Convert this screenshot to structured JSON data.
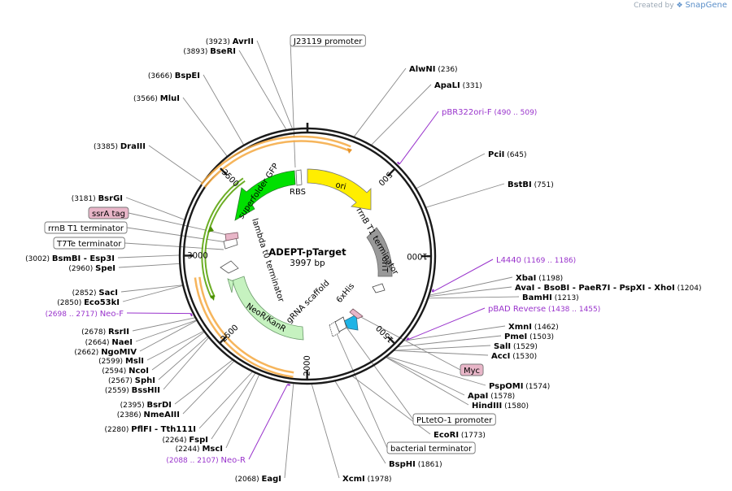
{
  "watermark": {
    "prefix": "Created by",
    "brand": "SnapGene"
  },
  "plasmid": {
    "name": "ADEPT-pTarget",
    "length": "3997 bp"
  },
  "ticks": [
    {
      "label": "500"
    },
    {
      "label": "1000"
    },
    {
      "label": "1500"
    },
    {
      "label": "2000"
    },
    {
      "label": "2500"
    },
    {
      "label": "3000"
    },
    {
      "label": "3500"
    }
  ],
  "sites": [
    {
      "name": "AvrII",
      "pos": "(3923)"
    },
    {
      "name": "BseRI",
      "pos": "(3893)"
    },
    {
      "name": "BspEI",
      "pos": "(3666)"
    },
    {
      "name": "MluI",
      "pos": "(3566)"
    },
    {
      "name": "DraIII",
      "pos": "(3385)"
    },
    {
      "name": "BsrGI",
      "pos": "(3181)"
    },
    {
      "name": "BsmBI",
      "extra": "- Esp3I",
      "pos": "(3002)"
    },
    {
      "name": "SpeI",
      "pos": "(2960)"
    },
    {
      "name": "SacI",
      "pos": "(2852)"
    },
    {
      "name": "Eco53kI",
      "pos": "(2850)"
    },
    {
      "name": "RsrII",
      "pos": "(2678)"
    },
    {
      "name": "NaeI",
      "pos": "(2664)"
    },
    {
      "name": "NgoMIV",
      "pos": "(2662)"
    },
    {
      "name": "MslI",
      "pos": "(2599)"
    },
    {
      "name": "NcoI",
      "pos": "(2594)"
    },
    {
      "name": "SphI",
      "pos": "(2567)"
    },
    {
      "name": "BssHII",
      "pos": "(2559)"
    },
    {
      "name": "BsrDI",
      "pos": "(2395)"
    },
    {
      "name": "NmeAIII",
      "pos": "(2386)"
    },
    {
      "name": "PflFI",
      "extra": "- Tth111I",
      "pos": "(2280)"
    },
    {
      "name": "FspI",
      "pos": "(2264)"
    },
    {
      "name": "MscI",
      "pos": "(2244)"
    },
    {
      "name": "EagI",
      "pos": "(2068)"
    },
    {
      "name": "XcmI",
      "pos": "(1978)"
    },
    {
      "name": "BspHI",
      "pos": "(1861)"
    },
    {
      "name": "EcoRI",
      "pos": "(1773)"
    },
    {
      "name": "HindIII",
      "pos": "(1580)"
    },
    {
      "name": "ApaI",
      "pos": "(1578)"
    },
    {
      "name": "PspOMI",
      "pos": "(1574)"
    },
    {
      "name": "AccI",
      "pos": "(1530)"
    },
    {
      "name": "SalI",
      "pos": "(1529)"
    },
    {
      "name": "PmeI",
      "pos": "(1503)"
    },
    {
      "name": "XmnI",
      "pos": "(1462)"
    },
    {
      "name": "BamHI",
      "pos": "(1213)"
    },
    {
      "name": "AvaI",
      "extra": "- BsoBI   - PaeR7I   - PspXI   - XhoI",
      "pos": "(1204)"
    },
    {
      "name": "XbaI",
      "pos": "(1198)"
    },
    {
      "name": "BstBI",
      "pos": "(751)"
    },
    {
      "name": "PciI",
      "pos": "(645)"
    },
    {
      "name": "ApaLI",
      "pos": "(331)"
    },
    {
      "name": "AlwNI",
      "pos": "(236)"
    }
  ],
  "primers": [
    {
      "name": "pBR322ori-F",
      "range": "(490 .. 509)"
    },
    {
      "name": "L4440",
      "range": "(1169 .. 1186)"
    },
    {
      "name": "pBAD Reverse",
      "range": "(1438 .. 1455)"
    },
    {
      "name": "Neo-F",
      "range": "(2698 .. 2717)"
    },
    {
      "name": "Neo-R",
      "range": "(2088 .. 2107)"
    }
  ],
  "boxed_features": [
    {
      "name": "J23119 promoter"
    },
    {
      "name": "ssrA tag"
    },
    {
      "name": "rrnB T1 terminator"
    },
    {
      "name": "T7Te terminator"
    },
    {
      "name": "Myc"
    },
    {
      "name": "PLtetO-1 promoter"
    },
    {
      "name": "bacterial terminator"
    }
  ],
  "features": [
    {
      "name": "ori"
    },
    {
      "name": "superfolder GFP"
    },
    {
      "name": "RBS"
    },
    {
      "name": "lambda t0 terminator"
    },
    {
      "name": "rrnB T1 terminator"
    },
    {
      "name": "oriT"
    },
    {
      "name": "NeoR/KanR"
    },
    {
      "name": "gRNA scaffold"
    },
    {
      "name": "6xHis"
    }
  ],
  "colors": {
    "backbone": "#1a1a1a",
    "site": "#000000",
    "primer": "#9933cc",
    "ori": "#ffee00",
    "gfp": "#00e000",
    "orit": "#999999",
    "neor": "#c6f2c0",
    "tag_pink": "#e8b6c8",
    "his": "#1eb4e6",
    "orange_arc": "#f5a840",
    "green_arc": "#54a000"
  }
}
